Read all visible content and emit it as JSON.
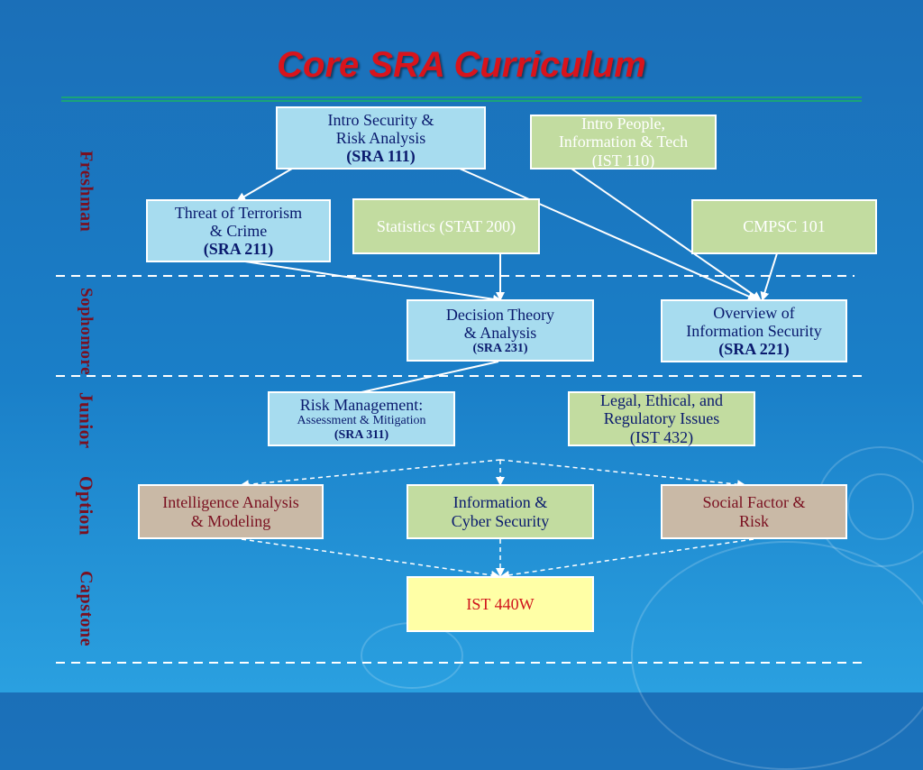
{
  "title": "Core SRA Curriculum",
  "years": {
    "freshman": "Freshman",
    "sophomore": "Sophomore",
    "junior": "Junior",
    "option": "Option",
    "capstone": "Capstone"
  },
  "courses": {
    "sra111": {
      "line1": "Intro Security &",
      "line2": "Risk Analysis",
      "code": "(SRA 111)"
    },
    "ist110": {
      "line1": "Intro People,",
      "line2": "Information & Tech",
      "line3": "(IST 110)"
    },
    "sra211": {
      "line1": "Threat of Terrorism",
      "line2": "& Crime",
      "code": "(SRA 211)"
    },
    "stat200": {
      "label": "Statistics (STAT 200)"
    },
    "cmpsc101": {
      "label": "CMPSC 101"
    },
    "sra231": {
      "line1": "Decision Theory",
      "line2": "& Analysis",
      "code": "(SRA 231)"
    },
    "sra221": {
      "line1": "Overview of",
      "line2": "Information Security",
      "code": "(SRA 221)"
    },
    "sra311": {
      "line1": "Risk Management:",
      "line2": "Assessment & Mitigation",
      "code": "(SRA 311)"
    },
    "ist432": {
      "line1": "Legal, Ethical, and",
      "line2": "Regulatory Issues",
      "line3": "(IST 432)"
    },
    "intel": {
      "line1": "Intelligence Analysis",
      "line2": "& Modeling"
    },
    "cyber": {
      "line1": "Information &",
      "line2": "Cyber Security"
    },
    "social": {
      "line1": "Social Factor &",
      "line2": "Risk"
    },
    "ist440w": {
      "label": "IST 440W"
    }
  },
  "colors": {
    "background": "#1a7fc8",
    "title": "#d8141c",
    "core_box": "#a7dcef",
    "other_box": "#c2dca0",
    "option_box": "#c9b9a6",
    "capstone_box": "#ffffa6",
    "year_label": "#7a1020"
  }
}
